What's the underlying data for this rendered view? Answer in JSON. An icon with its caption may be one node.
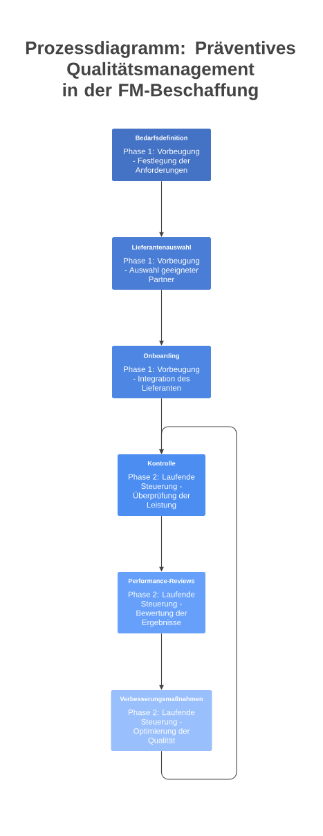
{
  "diagram": {
    "title": "Prozessdiagramm: Präventives Qualitätsmanagement in der FM-Beschaffung",
    "nodes": [
      {
        "text": [
          "Bedarfsdefinition",
          "Phase 1: Vorbeugung - Festlegung der Anforderungen"
        ]
      },
      {
        "text": [
          "Lieferantenauswahl",
          "Phase 1: Vorbeugung - Auswahl geeigneter Partner"
        ]
      },
      {
        "text": [
          "Onboarding",
          "Phase 1: Vorbeugung - Integration des Lieferanten"
        ]
      },
      {
        "text": [
          "Kontrolle",
          "Phase 2: Laufende Steuerung - Überprüfung der Leistung"
        ]
      },
      {
        "text": [
          "Performance-Reviews",
          "Phase 2: Laufende Steuerung - Bewertung der Ergebnisse"
        ]
      },
      {
        "text": [
          "Verbesserungsmaßnahmen",
          "Phase 2: Laufende Steuerung - Optimierung der Qualität"
        ]
      }
    ],
    "edges": [
      {
        "from": 0,
        "to": 1,
        "arrow": "to"
      },
      {
        "from": 1,
        "to": 2,
        "arrow": "to"
      },
      {
        "from": 2,
        "to": 3,
        "arrow": "to"
      },
      {
        "from": 3,
        "to": 4,
        "arrow": "to"
      },
      {
        "from": 4,
        "to": 5,
        "arrow": "to"
      },
      {
        "from": 5,
        "to": 3,
        "arrow": "to"
      }
    ]
  }
}
